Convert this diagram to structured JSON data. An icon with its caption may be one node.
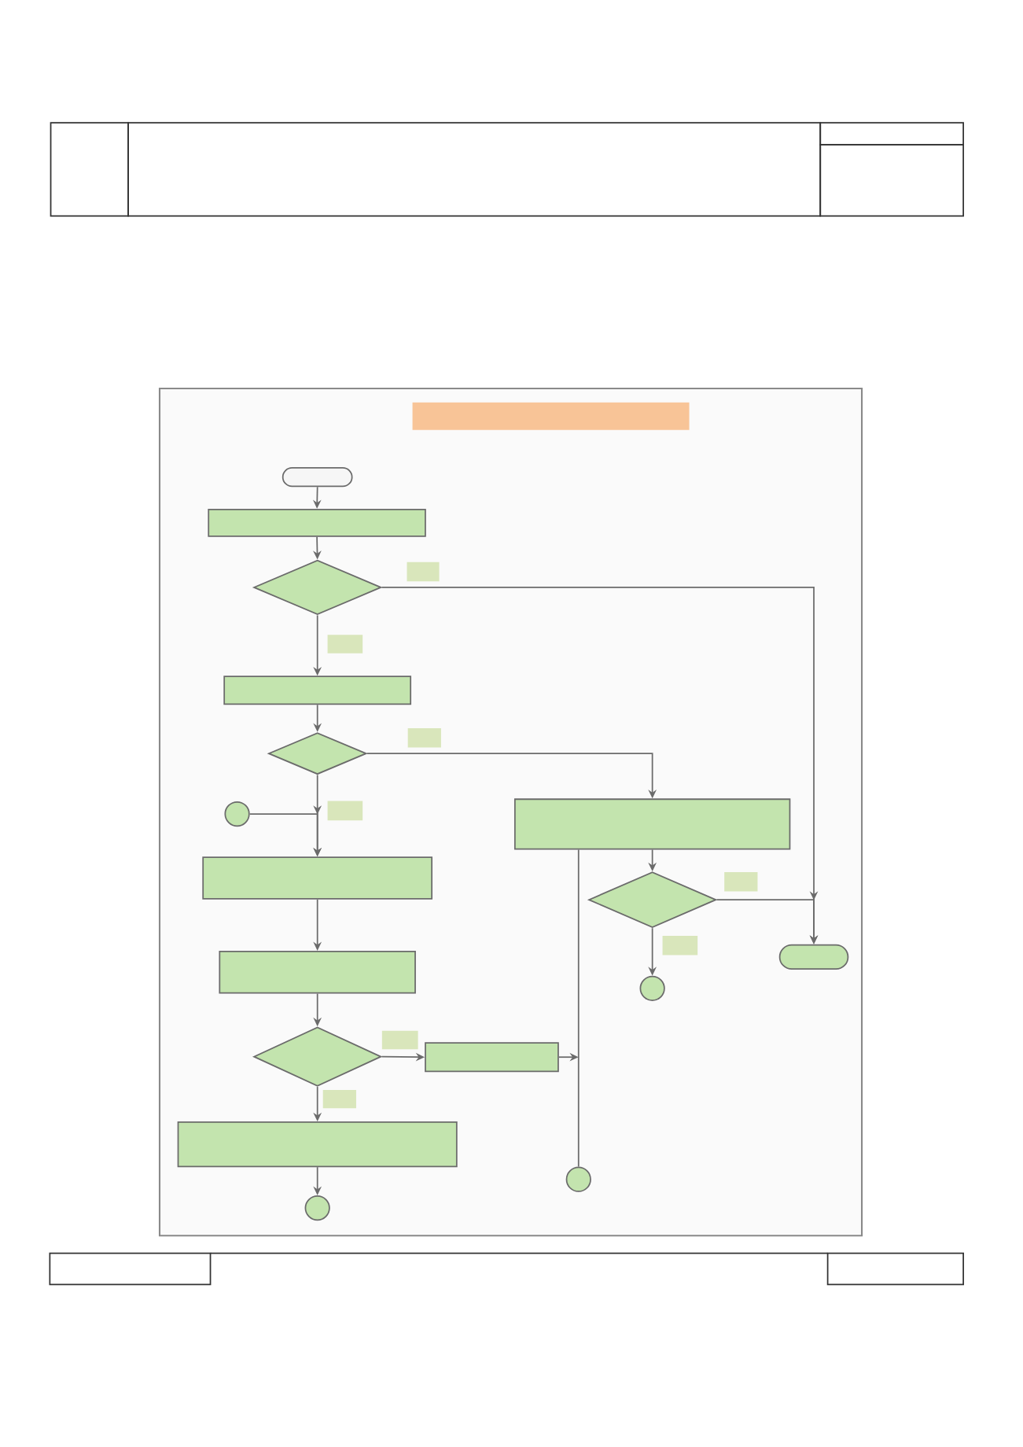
{
  "diagram": {
    "nodes": [
      {
        "text": [],
        "shape": "bar"
      },
      {
        "text": [],
        "shape": "pill"
      },
      {
        "text": [],
        "shape": "box"
      },
      {
        "text": [],
        "shape": "diamond"
      },
      {
        "text": [],
        "shape": "box"
      },
      {
        "text": [],
        "shape": "diamond"
      },
      {
        "text": [],
        "shape": "box"
      },
      {
        "text": [],
        "shape": "circle"
      },
      {
        "text": [],
        "shape": "box"
      },
      {
        "text": [],
        "shape": "diamond"
      },
      {
        "text": [],
        "shape": "pill"
      },
      {
        "text": [],
        "shape": "box"
      },
      {
        "text": [],
        "shape": "circle"
      },
      {
        "text": [],
        "shape": "diamond"
      },
      {
        "text": [],
        "shape": "box"
      },
      {
        "text": [],
        "shape": "box"
      },
      {
        "text": [],
        "shape": "circle"
      },
      {
        "text": [],
        "shape": "circle"
      }
    ],
    "edges": [
      {
        "from": 1,
        "to": 2,
        "arrow": "to"
      },
      {
        "from": 2,
        "to": 3,
        "arrow": "to"
      },
      {
        "from": 3,
        "to": 4,
        "arrow": "to"
      },
      {
        "from": 3,
        "to": 10,
        "arrow": "to"
      },
      {
        "from": 4,
        "to": 5,
        "arrow": "to"
      },
      {
        "from": 5,
        "to": 6,
        "arrow": "to"
      },
      {
        "from": 5,
        "to": 8,
        "arrow": "to"
      },
      {
        "from": 7,
        "to": 8,
        "arrow": "to"
      },
      {
        "from": 8,
        "to": 11,
        "arrow": "to"
      },
      {
        "from": 6,
        "to": 9,
        "arrow": "to"
      },
      {
        "from": 6,
        "to": 16,
        "arrow": "none"
      },
      {
        "from": 9,
        "to": 10,
        "arrow": "to"
      },
      {
        "from": 9,
        "to": 12,
        "arrow": "to"
      },
      {
        "from": 11,
        "to": 13,
        "arrow": "to"
      },
      {
        "from": 13,
        "to": 14,
        "arrow": "to"
      },
      {
        "from": 14,
        "to": null,
        "arrow": "to"
      },
      {
        "from": 13,
        "to": 15,
        "arrow": "to"
      },
      {
        "from": 15,
        "to": 17,
        "arrow": "to"
      }
    ]
  }
}
